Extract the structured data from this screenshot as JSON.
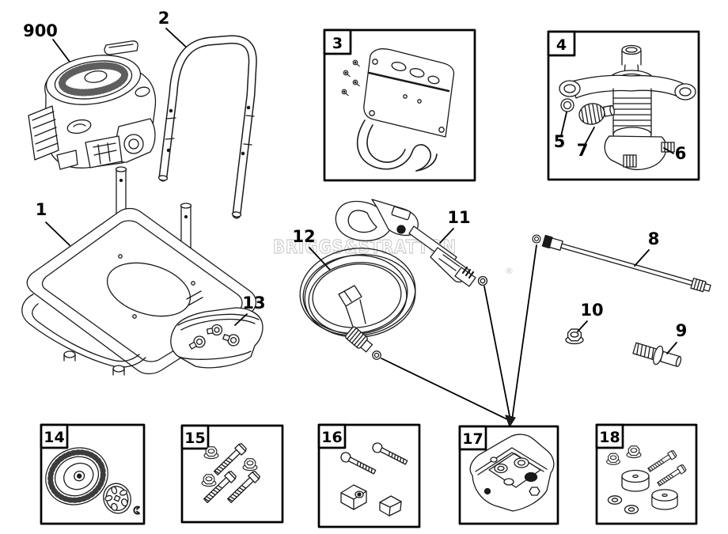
{
  "diagram": {
    "watermark": "BRIGGS&STRATTON",
    "watermark_reg": "®",
    "ink_color": "#1a1a1a",
    "watermark_color": "#c9c9c9"
  },
  "callouts": {
    "engine": "900",
    "frame": "1",
    "handle": "2",
    "pump_seal": "5",
    "pump_outlet": "6",
    "pump_knob": "7",
    "lance": "8",
    "axle_bolt": "9",
    "flange_nut": "10",
    "spray_gun": "11",
    "hose": "12",
    "nozzle_kit": "13"
  },
  "boxes": {
    "shield_kit": "3",
    "pump_assembly": "4",
    "wheel_kit": "14",
    "bolt_kit": "15",
    "knob_kit": "16",
    "oring_kit": "17",
    "mount_kit": "18"
  }
}
